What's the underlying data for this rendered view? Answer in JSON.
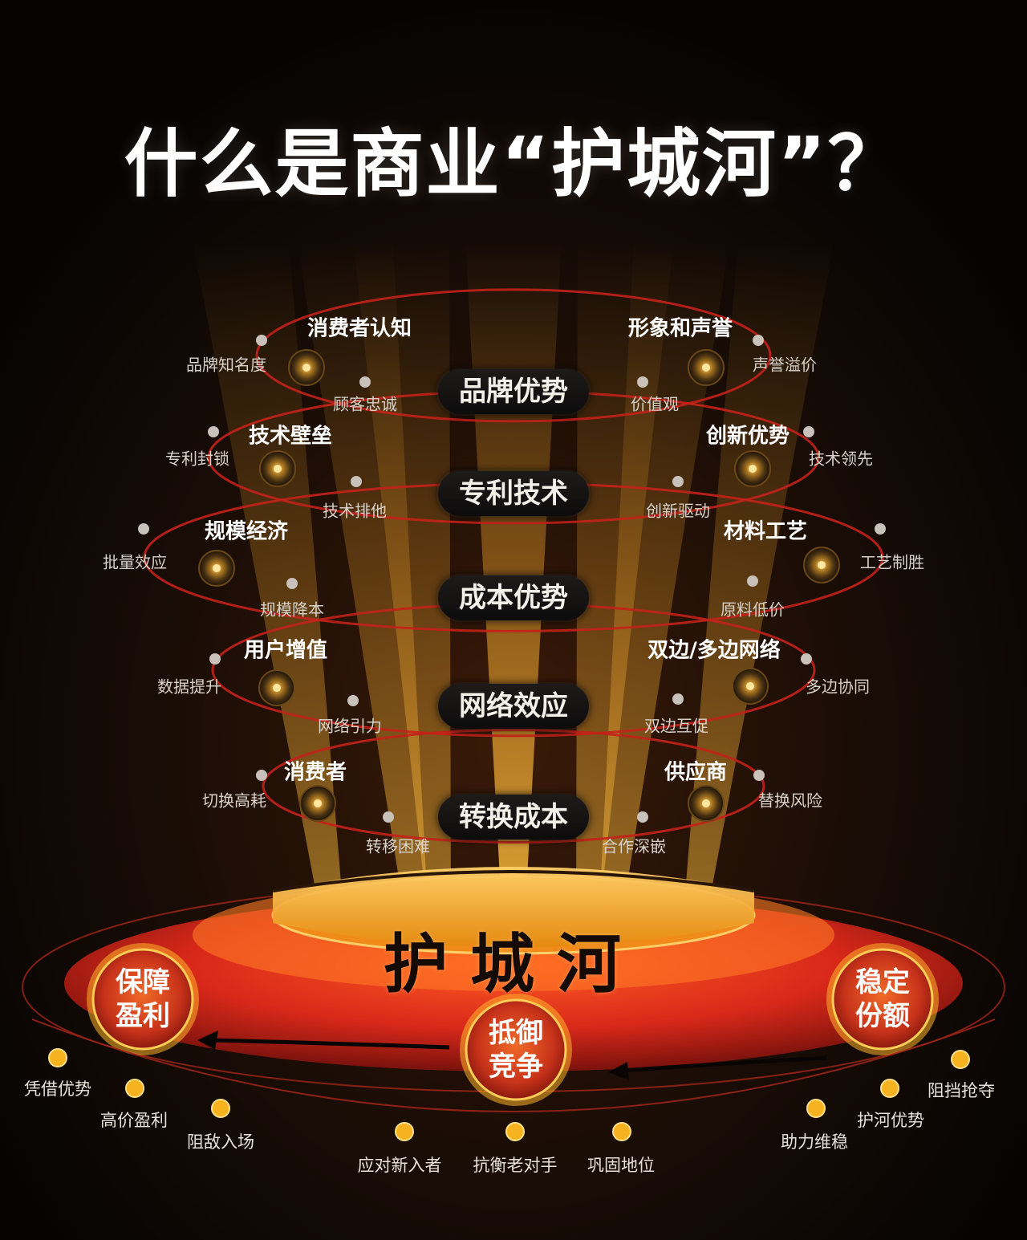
{
  "title": "什么是商业“护城河”？",
  "layers": [
    {
      "name": "品牌优势",
      "left": {
        "category": "消费者认知",
        "outer": "品牌知名度",
        "inner": "顾客忠诚"
      },
      "right": {
        "category": "形象和声誉",
        "outer": "声誉溢价",
        "inner": "价值观"
      }
    },
    {
      "name": "专利技术",
      "left": {
        "category": "技术壁垒",
        "outer": "专利封锁",
        "inner": "技术排他"
      },
      "right": {
        "category": "创新优势",
        "outer": "技术领先",
        "inner": "创新驱动"
      }
    },
    {
      "name": "成本优势",
      "left": {
        "category": "规模经济",
        "outer": "批量效应",
        "inner": "规模降本"
      },
      "right": {
        "category": "材料工艺",
        "outer": "工艺制胜",
        "inner": "原料低价"
      }
    },
    {
      "name": "网络效应",
      "left": {
        "category": "用户增值",
        "outer": "数据提升",
        "inner": "网络引力"
      },
      "right": {
        "category": "双边/多边网络",
        "outer": "多边协同",
        "inner": "双边互促"
      }
    },
    {
      "name": "转换成本",
      "left": {
        "category": "消费者",
        "outer": "切换高耗",
        "inner": "转移困难"
      },
      "right": {
        "category": "供应商",
        "outer": "替换风险",
        "inner": "合作深嵌"
      }
    }
  ],
  "moat": {
    "title": "护城河",
    "badges": {
      "left": "保障\n盈利",
      "center": "抵御\n竞争",
      "right": "稳定\n份额"
    }
  },
  "bottom_labels": [
    "凭借优势",
    "高价盈利",
    "阻敌入场",
    "应对新入者",
    "抗衡老对手",
    "巩固地位",
    "助力维稳",
    "护河优势",
    "阻挡抢夺"
  ],
  "colors": {
    "background": "#0b0705",
    "ring": "#c4211a",
    "beam": "#f2a32a",
    "dot": "#c9c2bb",
    "gold": "#f7b21f",
    "platform": "#e2361c"
  }
}
